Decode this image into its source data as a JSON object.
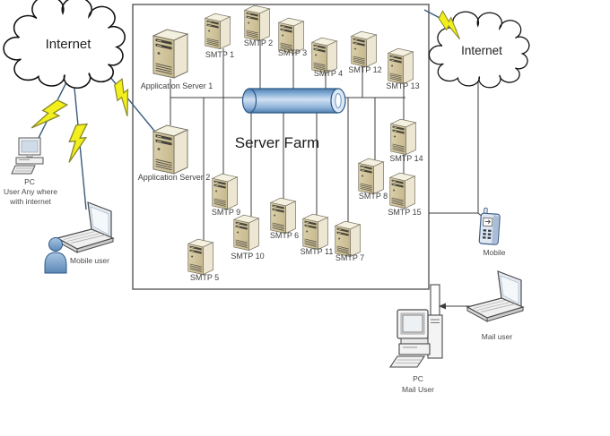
{
  "title": "Server Farm",
  "clouds": {
    "left": "Internet",
    "right": "Internet"
  },
  "servers": {
    "app1": "Application Server 1",
    "app2": "Application Server 2",
    "smtp1": "SMTP 1",
    "smtp2": "SMTP 2",
    "smtp3": "SMTP 3",
    "smtp4": "SMTP 4",
    "smtp5": "SMTP 5",
    "smtp6": "SMTP 6",
    "smtp7": "SMTP 7",
    "smtp8": "SMTP 8",
    "smtp9": "SMTP 9",
    "smtp10": "SMTP 10",
    "smtp11": "SMTP 11",
    "smtp12": "SMTP 12",
    "smtp13": "SMTP 13",
    "smtp14": "SMTP 14",
    "smtp15": "SMTP 15"
  },
  "clients": {
    "pc_internet": {
      "line1": "PC",
      "line2": "User Any where",
      "line3": "with internet"
    },
    "mobile_user": "Mobile user",
    "mobile": "Mobile",
    "mail_user": "Mail user",
    "mail_pc": {
      "line1": "PC",
      "line2": "Mail User"
    }
  },
  "colors": {
    "server_front": "#d2c59e",
    "server_side": "#ece6d2",
    "server_top": "#f5f1e1",
    "cylinder_blue": "#7ba7d0",
    "bolt_yellow": "#f2ef1d",
    "connector_gray": "#3c3c3c",
    "internet_line_blue": "#3a5a7d",
    "person_blue": "#6f9cc9"
  }
}
